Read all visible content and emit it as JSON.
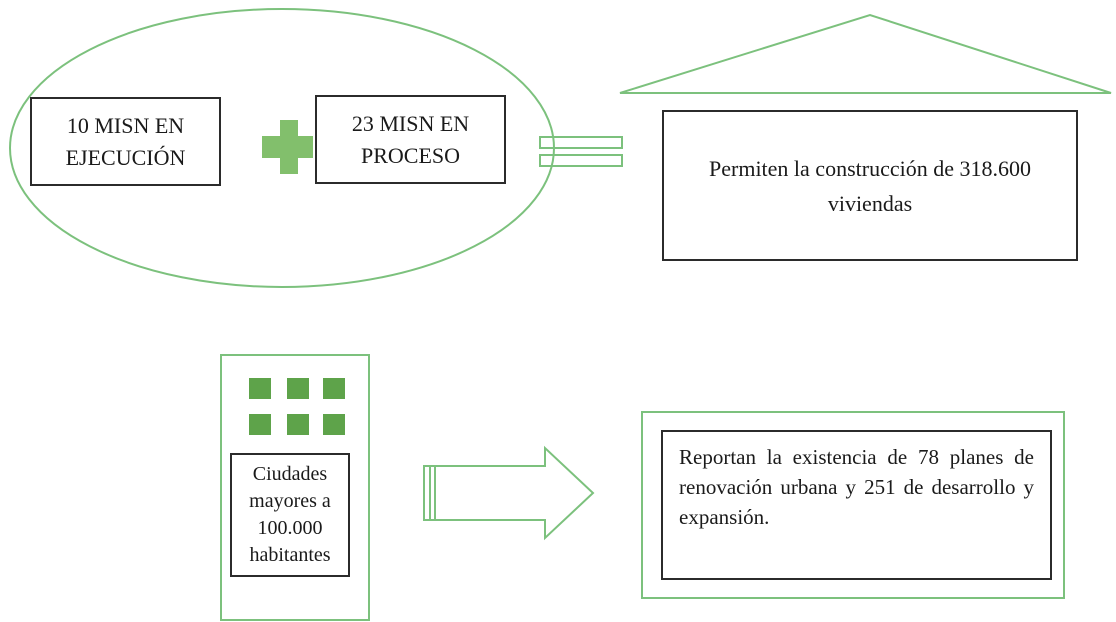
{
  "colors": {
    "accent_green": "#74b85c",
    "outline_green": "#7cc17d",
    "square_green": "#5ea34a",
    "box_border": "#2b2b2b"
  },
  "nodes": {
    "ejecucion": {
      "text": "10 MISN EN EJECUCIÓN"
    },
    "proceso": {
      "text": "23 MISN EN PROCESO"
    },
    "viviendas": {
      "text": "Permiten la construcción de 318.600 viviendas"
    },
    "ciudades": {
      "text": "Ciudades mayores a 100.000 habitantes"
    },
    "reportan": {
      "text": "Reportan la existencia de 78 planes de renovación urbana y 251 de desarrollo y expansión."
    }
  },
  "icons": {
    "plus": "plus-icon",
    "equals": "equals-icon",
    "roof": "roof-icon",
    "city_blocks": "city-blocks-icon",
    "arrow": "right-arrow-icon"
  }
}
